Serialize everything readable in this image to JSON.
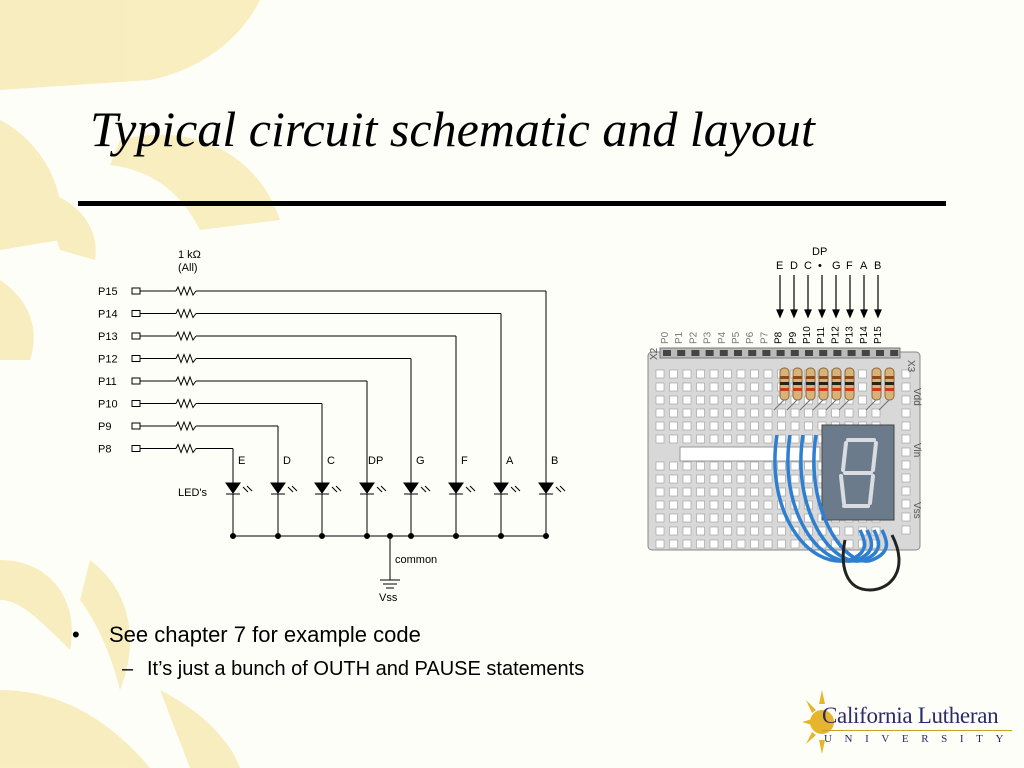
{
  "slide": {
    "title": "Typical circuit schematic and layout"
  },
  "schematic": {
    "resistor_label_1": "1 kΩ",
    "resistor_label_2": "(All)",
    "pins": [
      "P15",
      "P14",
      "P13",
      "P12",
      "P11",
      "P10",
      "P9",
      "P8"
    ],
    "segments": [
      "E",
      "D",
      "C",
      "DP",
      "G",
      "F",
      "A",
      "B"
    ],
    "leds_label": "LED's",
    "common_label": "common",
    "vss_label": "Vss"
  },
  "breadboard": {
    "dp_label": "DP",
    "top_segment_labels": [
      "E",
      "D",
      "C",
      "•",
      "G",
      "F",
      "A",
      "B"
    ],
    "header_pins": [
      "P0",
      "P1",
      "P2",
      "P3",
      "P4",
      "P5",
      "P6",
      "P7",
      "P8",
      "P9",
      "P10",
      "P11",
      "P12",
      "P13",
      "P14",
      "P15"
    ],
    "x2_label": "X2",
    "x3_label": "X3",
    "vdd_label": "Vdd",
    "vin_label": "Vin",
    "vss_label": "Vss"
  },
  "bullets": {
    "main": "See chapter 7 for example code",
    "sub": "It’s just a bunch of OUTH and PAUSE statements",
    "bullet_symbol": "•",
    "sub_symbol": "–"
  },
  "logo": {
    "name": "California Lutheran",
    "sub": "UNIVERSITY"
  },
  "colors": {
    "sun": "#f6e7a6",
    "wire_blue": "#2f7fd0",
    "logo_navy": "#2b2b6a",
    "logo_gold": "#e5b52b"
  }
}
